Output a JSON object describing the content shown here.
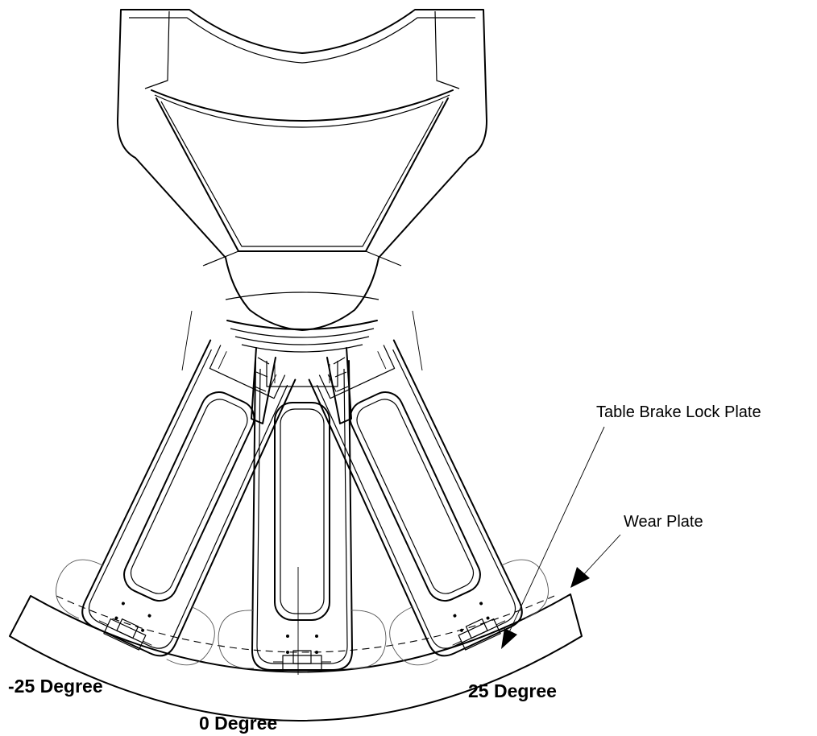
{
  "labels": {
    "angle_neg": "-25 Degree",
    "angle_zero": "0 Degree",
    "angle_pos": "25 Degree",
    "brake_lock": "Table Brake Lock Plate",
    "wear_plate": "Wear Plate"
  }
}
